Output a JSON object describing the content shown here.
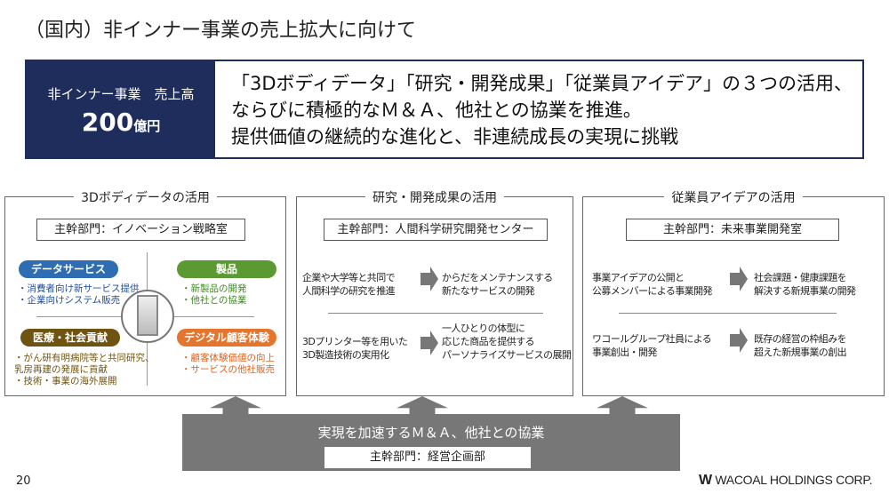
{
  "title": "（国内）非インナー事業の売上拡大に向けて",
  "header": {
    "label": "非インナー事業　売上高",
    "amount": "200",
    "unit": "億円",
    "lines": [
      "「3Dボディデータ」「研究・開発成果」「従業員アイデア」の３つの活用、",
      "ならびに積極的なＭ＆Ａ、他社との協業を推進。",
      "提供価値の継続的な進化と、非連続成長の実現に挑戦"
    ]
  },
  "panels": [
    {
      "title": "3Dボディデータの活用",
      "dept": "主幹部門：イノベーション戦略室",
      "quadrants": [
        {
          "label": "データサービス",
          "color": "#2f6db3",
          "text_color": "#1f4fa0",
          "items": [
            "・消費者向け新サービス提供",
            "・企業向けシステム販売"
          ]
        },
        {
          "label": "製品",
          "color": "#5b9a32",
          "text_color": "#3c8a1e",
          "items": [
            "・新製品の開発",
            "・他社との協業"
          ]
        },
        {
          "label": "医療・社会貢献",
          "color": "#6e5410",
          "text_color": "#6e5410",
          "items": [
            "・がん研有明病院等と共同研究、",
            "乳房再建の発展に貢献",
            "・技術・事業の海外展開"
          ]
        },
        {
          "label": "デジタル顧客体験",
          "color": "#e5742c",
          "text_color": "#e0601a",
          "items": [
            "・顧客体験価値の向上",
            "・サービスの他社販売"
          ]
        }
      ]
    },
    {
      "title": "研究・開発成果の活用",
      "dept": "主幹部門：人間科学研究開発センター",
      "rows": [
        {
          "from": [
            "企業や大学等と共同で",
            "人間科学の研究を推進"
          ],
          "to": [
            "からだをメンテナンスする",
            "新たなサービスの開発"
          ]
        },
        {
          "from": [
            "3Dプリンター等を用いた",
            "3D製造技術の実用化"
          ],
          "to": [
            "一人ひとりの体型に",
            "応じた商品を提供する",
            "パーソナライズサービスの展開"
          ]
        }
      ]
    },
    {
      "title": "従業員アイデアの活用",
      "dept": "主幹部門：未来事業開発室",
      "rows": [
        {
          "from": [
            "事業アイデアの公開と",
            "公募メンバーによる事業開発"
          ],
          "to": [
            "社会課題・健康課題を",
            "解決する新規事業の開発"
          ]
        },
        {
          "from": [
            "ワコールグループ社員による",
            "事業創出・開発"
          ],
          "to": [
            "既存の経営の枠組みを",
            "超えた新規事業の創出"
          ]
        }
      ]
    }
  ],
  "bottom": {
    "title": "実現を加速するＭ＆Ａ、他社との協業",
    "dept": "主幹部門：経営企画部"
  },
  "page_number": "20",
  "logo": "WACOAL HOLDINGS CORP."
}
